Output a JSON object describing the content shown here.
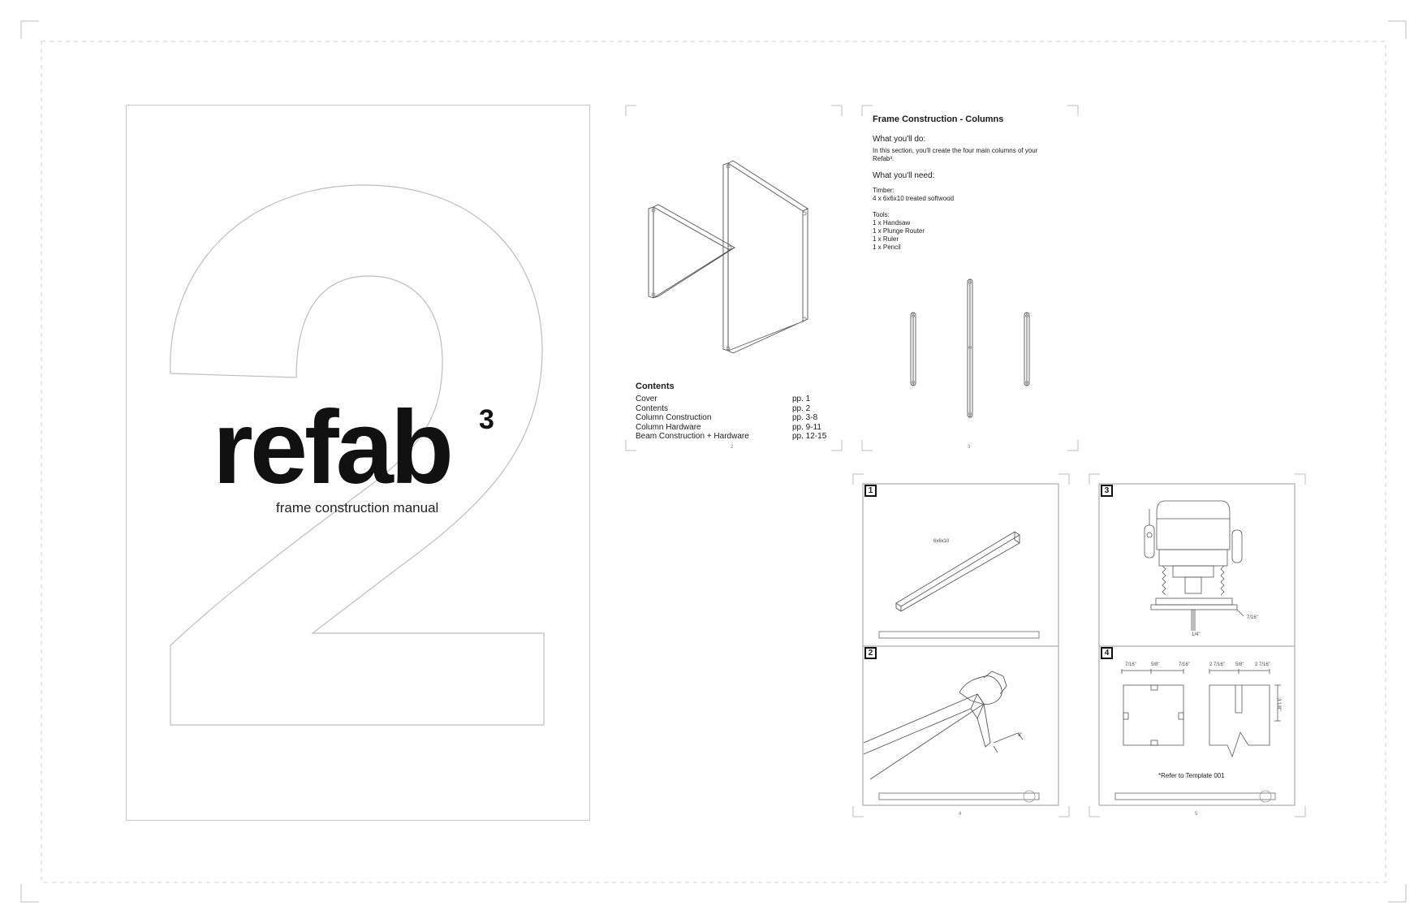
{
  "cover": {
    "numeral": "2",
    "brand": "refab",
    "brand_superscript": "3",
    "subtitle": "frame construction manual"
  },
  "contents_page": {
    "heading": "Contents",
    "items": [
      {
        "label": "Cover",
        "pages": "pp. 1"
      },
      {
        "label": "Contents",
        "pages": "pp. 2"
      },
      {
        "label": "Column Construction",
        "pages": "pp. 3-8"
      },
      {
        "label": "Column Hardware",
        "pages": "pp. 9-11"
      },
      {
        "label": "Beam Construction + Hardware",
        "pages": "pp. 12-15"
      }
    ],
    "page_number": "2"
  },
  "columns_page": {
    "title": "Frame Construction - Columns",
    "what_do_heading": "What you'll do:",
    "what_do_text_1": "In this section, you'll create the four main columns of your",
    "what_do_text_2": "Refab³.",
    "what_need_heading": "What you'll need:",
    "timber_label": "Timber:",
    "timber_item": "4 x 6x6x10 treated softwood",
    "tools_label": "Tools:",
    "tools": [
      "1 x Handsaw",
      "1 x Plunge Router",
      "1 x  Ruler",
      "1 x Pencil"
    ],
    "page_number": "3"
  },
  "page_4": {
    "step1_number": "1",
    "step1_label": "6x6x10",
    "step2_number": "2",
    "step2_dim": "8\"",
    "page_number": "4"
  },
  "page_5": {
    "step3_number": "3",
    "step3_dim_depth": "7/16\"",
    "step3_dim_bit": "1/4\"",
    "step4_number": "4",
    "step4_dims_left": [
      "7/16\"",
      "5/8\"",
      "7/16\""
    ],
    "step4_dims_right": [
      "2 7/16\"",
      "5/8\"",
      "2 7/16\""
    ],
    "step4_dim_vertical": "3 1/8\"",
    "step4_note": "*Refer to Template 001",
    "page_number": "5"
  }
}
